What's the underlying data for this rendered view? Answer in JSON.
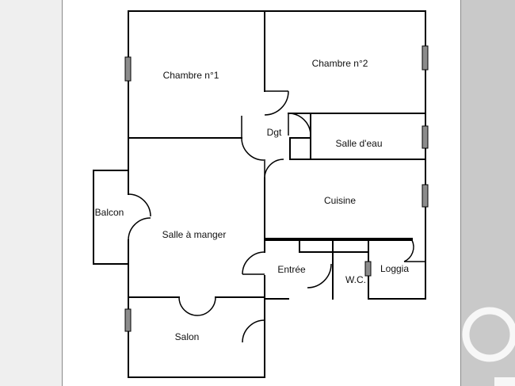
{
  "rooms": {
    "chambre1": "Chambre n°1",
    "chambre2": "Chambre n°2",
    "dgt": "Dgt",
    "salle_eau": "Salle d'eau",
    "cuisine": "Cuisine",
    "balcon": "Balcon",
    "salle_manger": "Salle à manger",
    "entree": "Entrée",
    "wc": "W.C.",
    "loggia": "Loggia",
    "salon": "Salon"
  },
  "colors": {
    "wall": "#000000",
    "window": "#888888",
    "band_left": "#efefef",
    "band_right": "#c9c9c9"
  }
}
